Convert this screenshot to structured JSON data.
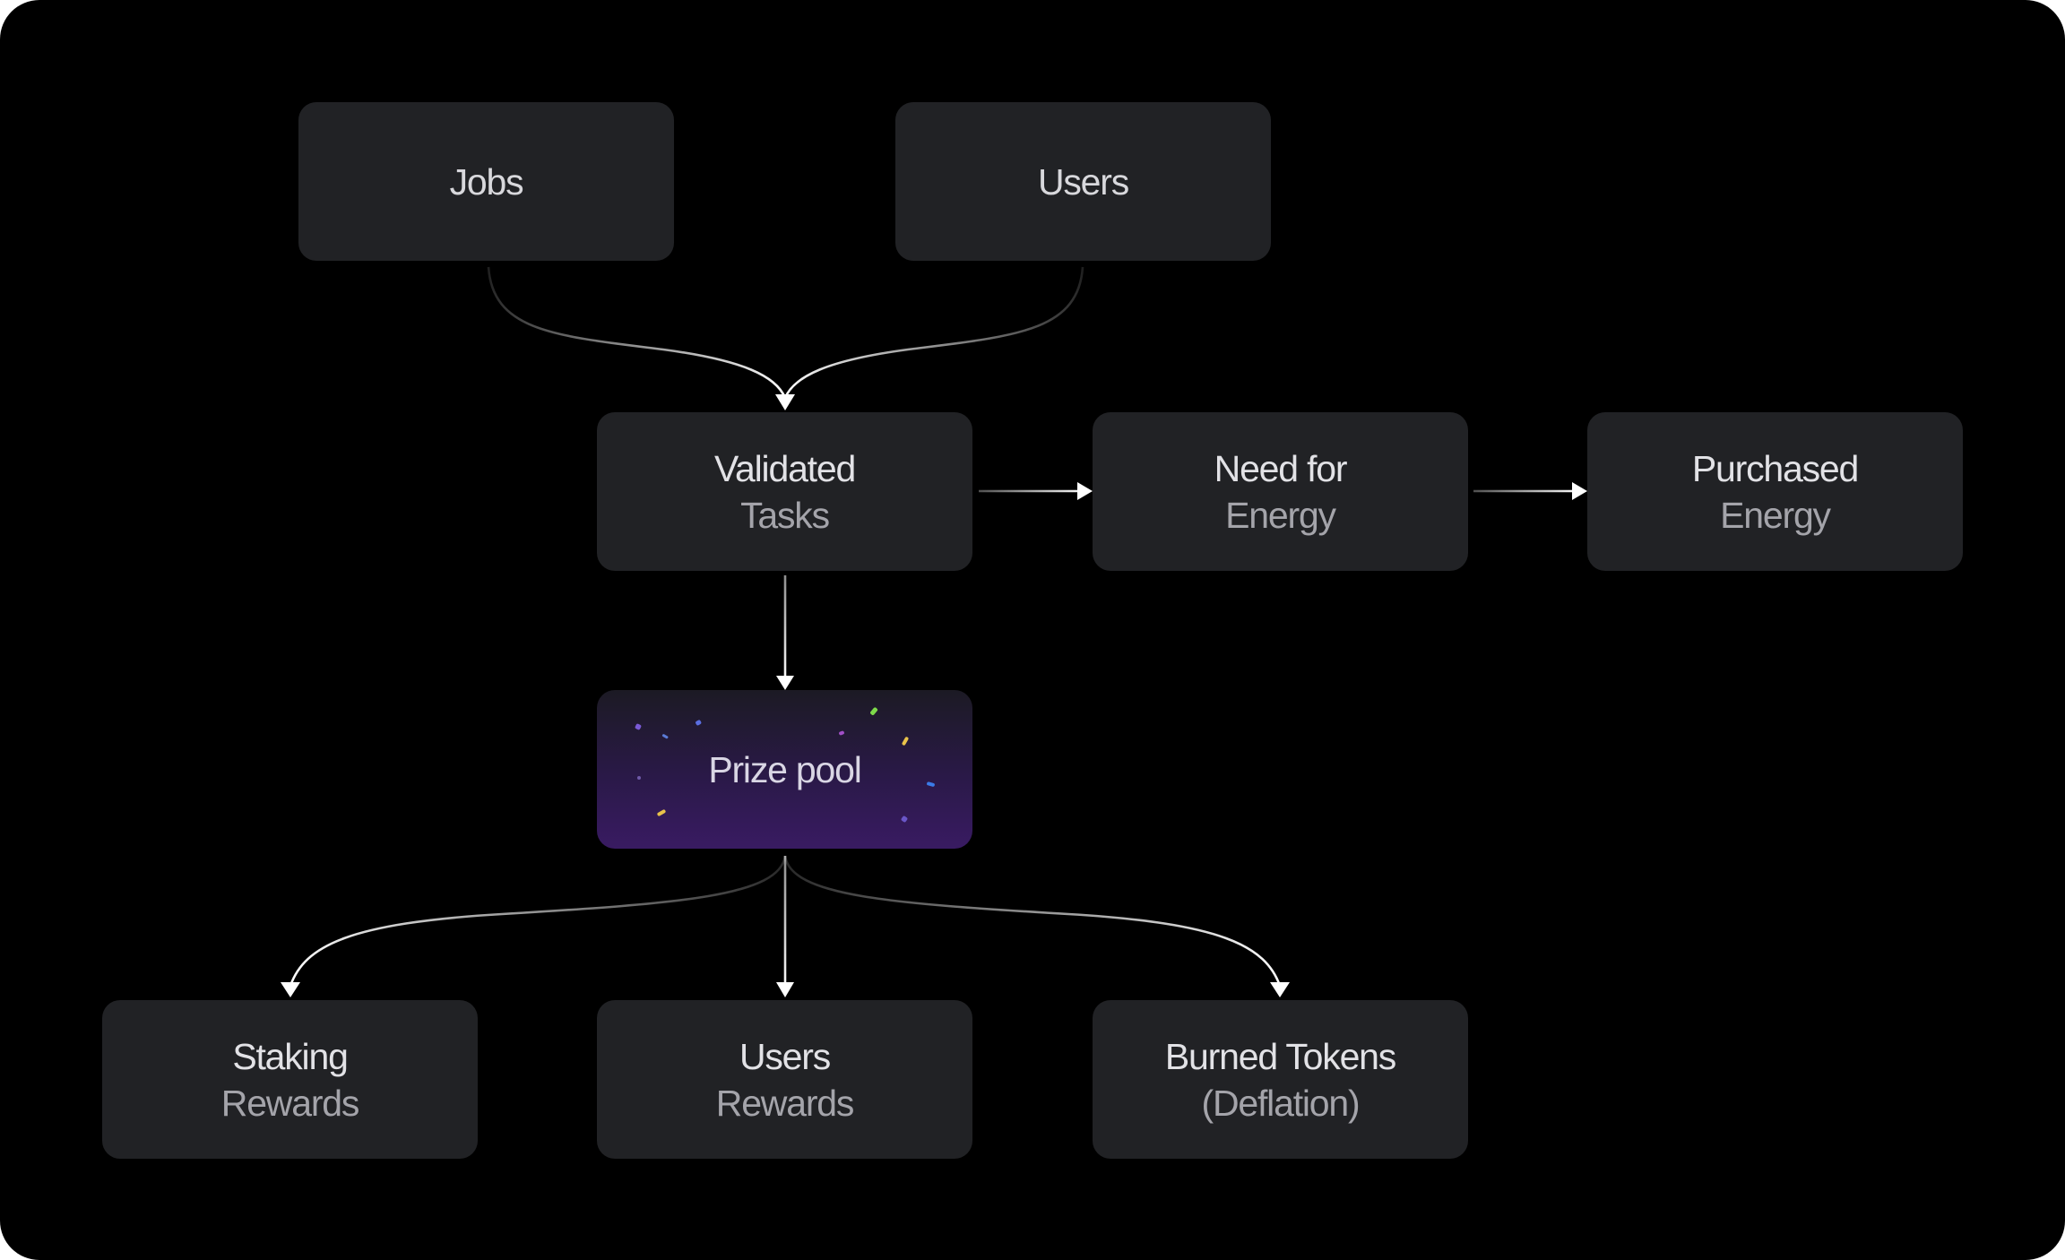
{
  "diagram": {
    "nodes": {
      "jobs": {
        "line1": "Jobs"
      },
      "users": {
        "line1": "Users"
      },
      "validated_tasks": {
        "line1": "Validated",
        "line2": "Tasks"
      },
      "need_for_energy": {
        "line1": "Need for",
        "line2": "Energy"
      },
      "purchased_energy": {
        "line1": "Purchased",
        "line2": "Energy"
      },
      "prize_pool": {
        "line1": "Prize pool"
      },
      "staking_rewards": {
        "line1": "Staking",
        "line2": "Rewards"
      },
      "users_rewards": {
        "line1": "Users",
        "line2": "Rewards"
      },
      "burned_tokens": {
        "line1": "Burned Tokens",
        "line2": "(Deflation)"
      }
    },
    "edges": [
      {
        "from": "jobs",
        "to": "validated_tasks"
      },
      {
        "from": "users",
        "to": "validated_tasks"
      },
      {
        "from": "validated_tasks",
        "to": "need_for_energy"
      },
      {
        "from": "need_for_energy",
        "to": "purchased_energy"
      },
      {
        "from": "validated_tasks",
        "to": "prize_pool"
      },
      {
        "from": "prize_pool",
        "to": "staking_rewards"
      },
      {
        "from": "prize_pool",
        "to": "users_rewards"
      },
      {
        "from": "prize_pool",
        "to": "burned_tokens"
      }
    ],
    "colors": {
      "background": "#000000",
      "node_fill": "#212225",
      "primary_text": "#e2e2e6",
      "secondary_text": "#a4a4aa",
      "arrow": "#ffffff",
      "prize_gradient_top": "#1c1a24",
      "prize_gradient_bottom": "#391b62"
    }
  }
}
